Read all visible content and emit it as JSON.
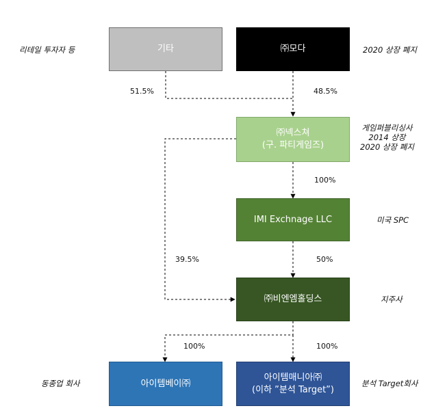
{
  "entities": {
    "other": {
      "label": "기타"
    },
    "moda": {
      "label": "㈜모다"
    },
    "nexture": {
      "line1": "㈜넥스쳐",
      "line2": "(구. 파티게임즈)"
    },
    "imi": {
      "label": "IMI Exchnage LLC"
    },
    "bn": {
      "label": "㈜비엔엠홀딩스"
    },
    "itembay": {
      "label": "아이템베이㈜"
    },
    "itemmania": {
      "line1": "아이템매니아㈜",
      "line2": "(이하 ”분석 Target”)"
    }
  },
  "percentages": {
    "other_to_nexture": "51.5%",
    "moda_to_nexture": "48.5%",
    "nexture_to_imi": "100%",
    "nexture_to_bn": "39.5%",
    "imi_to_bn": "50%",
    "bn_to_itembay": "100%",
    "bn_to_itemmania": "100%"
  },
  "notes": {
    "other": "리테일 투자자 등",
    "moda": "2020 상장 폐지",
    "nexture": [
      "게임퍼블리싱사",
      "2014 상장",
      "2020 상장 폐지"
    ],
    "imi": "미국 SPC",
    "bn": "지주사",
    "itembay": "동종업 회사",
    "itemmania": "분석 Target회사"
  },
  "colors": {
    "other": "#bfbfbf",
    "moda": "#000000",
    "nexture": "#a9d18e",
    "imi": "#548235",
    "bn": "#375623",
    "itembay": "#2e75b6",
    "itemmania": "#2f5597"
  }
}
